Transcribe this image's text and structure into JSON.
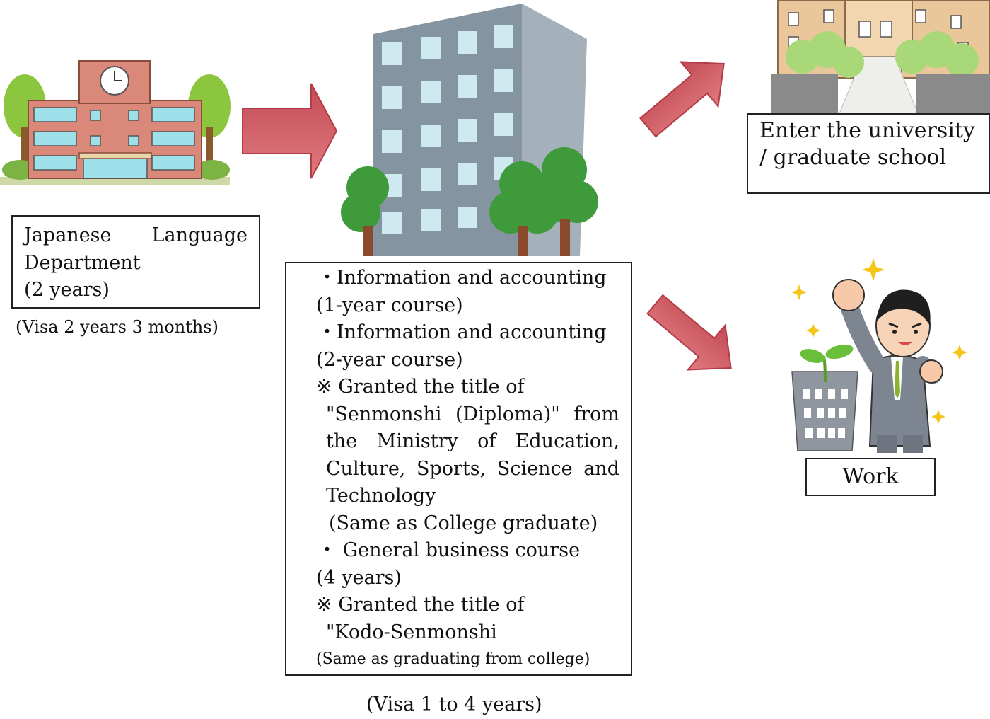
{
  "language_school": {
    "label_lines": [
      "Japanese Language",
      "Department",
      "(2 years)"
    ],
    "visa_note": "(Visa 2 years 3 months)"
  },
  "vocational_school": {
    "lines": [
      "・Information and accounting",
      "(1-year course)",
      "・Information and accounting",
      "(2-year course)",
      "※ Granted the title of",
      "\"Senmonshi (Diploma)\" from",
      "the Ministry of Education,",
      "Culture, Sports, Science and",
      "Technology",
      "(Same as College graduate)",
      "・ General business course",
      "(4 years)",
      "※ Granted the title of",
      "\"Kodo-Senmonshi",
      "(Same as graduating from college)"
    ],
    "visa_note": "(Visa 1 to 4 years)"
  },
  "university": {
    "label_lines": [
      "Enter the university",
      "/ graduate school"
    ]
  },
  "work": {
    "label": "Work"
  },
  "colors": {
    "arrow": "#c9525a",
    "brick": "#d9887a",
    "tree": "#8cc63f",
    "building_gray": "#7f8e99",
    "window": "#cfe9f0"
  }
}
